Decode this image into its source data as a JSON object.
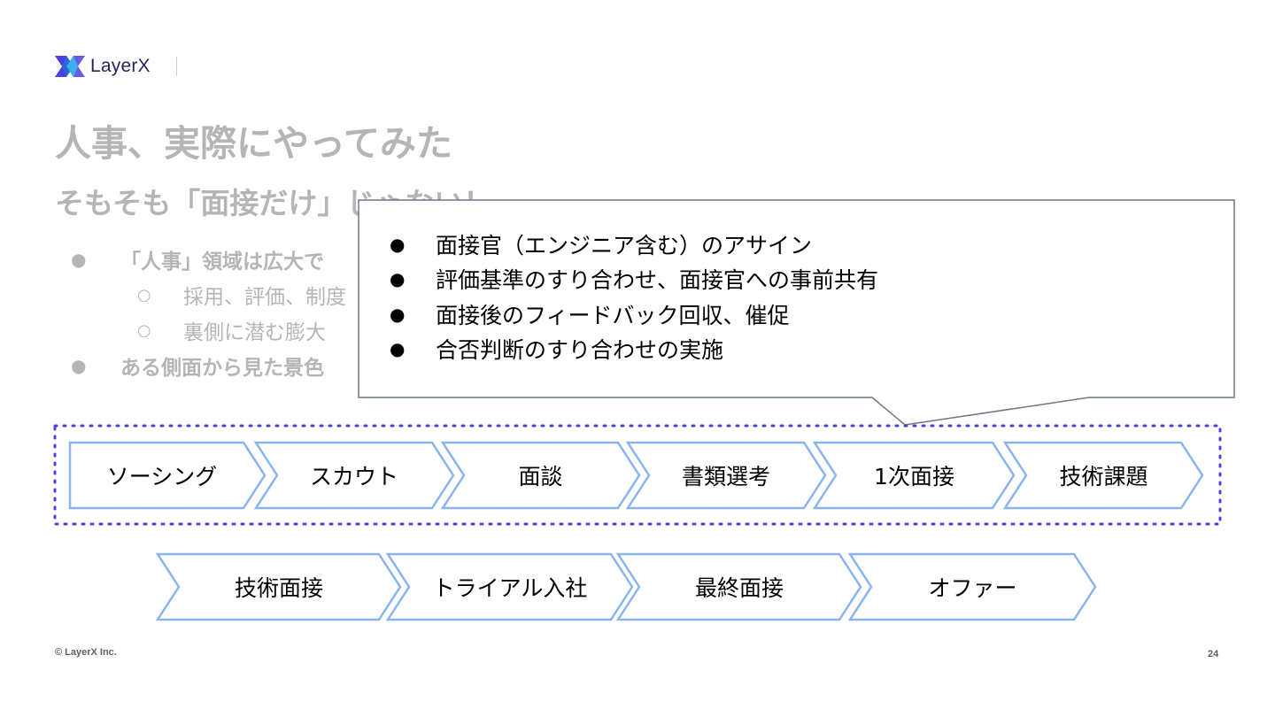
{
  "brand": {
    "name": "LayerX",
    "logo_icon": "layerx-logo-icon"
  },
  "slide": {
    "title": "人事、実際にやってみた",
    "subtitle": "そもそも「面接だけ」じゃない！",
    "bullets": [
      {
        "level": 1,
        "marker": "●",
        "text": "「人事」領域は広大で"
      },
      {
        "level": 2,
        "marker": "○",
        "text": "採用、評価、制度"
      },
      {
        "level": 2,
        "marker": "○",
        "text": "裏側に潜む膨大"
      },
      {
        "level": 1,
        "marker": "●",
        "text": "ある側面から見た景色"
      }
    ]
  },
  "callout": {
    "items": [
      "面接官（エンジニア含む）のアサイン",
      "評価基準のすり合わせ、面接官への事前共有",
      "面接後のフィードバック回収、催促",
      "合否判断のすり合わせの実施"
    ],
    "marker": "●"
  },
  "flow": {
    "row1": [
      "ソーシング",
      "スカウト",
      "面談",
      "書類選考",
      "1次面接",
      "技術課題"
    ],
    "row2": [
      "技術面接",
      "トライアル入社",
      "最終面接",
      "オファー"
    ]
  },
  "colors": {
    "chevron_stroke": "#8ab4f0",
    "dotted_border": "#4a3fe0",
    "muted_text": "#b5b5b5",
    "callout_border": "#6f7780"
  },
  "footer": {
    "copyright": "© LayerX Inc.",
    "page_number": "24"
  }
}
